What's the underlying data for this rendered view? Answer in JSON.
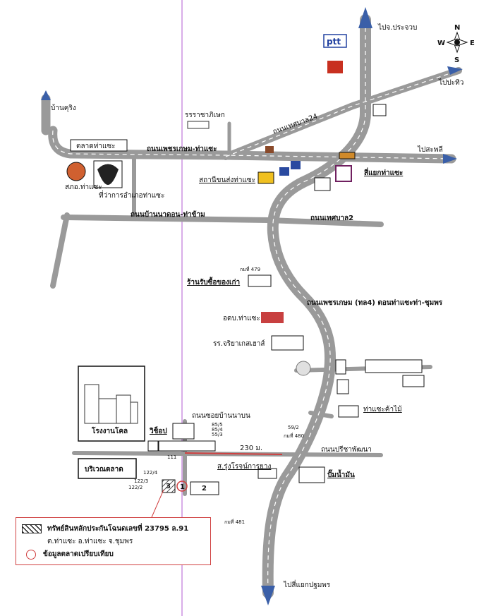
{
  "compass": {
    "n": "N",
    "s": "S",
    "e": "E",
    "w": "W"
  },
  "destinations": {
    "north": "ไปจ.ประจวบ",
    "northeast": "ไปปะทิว",
    "east": "ไปสะพลี",
    "northwest": "บ้านคุริง",
    "south": "ไปสี่แยกปฐมพร"
  },
  "roads": {
    "phetkasem_tha_sae": "ถนนเพชรเกษม-ท่าแซะ",
    "thetsaban24": "ถนนเทศบาล24",
    "ban_na_don": "ถนนบ้านนาดอน-ท่าข้าม",
    "thetsaban2": "ถนนเทศบาล2",
    "highway4": "ถนนเพชรเกษม (ทล4) ตอนท่าแซะท่า-ชุมพร",
    "soi_ban_na_bon": "ถนนซอยบ้านนาบน",
    "pricha_phatthana": "ถนนปรีชาพัฒนา"
  },
  "places": {
    "market": "ตลาดท่าแซะ",
    "school_rachapisek": "รรราชาภิเษก",
    "bus_station": "สถานีขนส่งท่าแซะ",
    "intersection": "สี่แยกท่าแซะ",
    "police": "สภอ.ท่าแซะ",
    "district_office": "ที่ว่าการอำเภอท่าแซะ",
    "scrap_shop": "ร้านรับซื้อของเก่า",
    "sao": "อดบ.ท่าแซะ",
    "school_jariya": "รร.จริยาเกสเฮาส์",
    "tree_shop": "ท่าแซะค้าไม้",
    "pole_factory": "โรงงานโคล",
    "visop": "วิช็อป",
    "market_area": "บริเวณตลาด",
    "rungrot": "ส.รุ่งโรจน์การยาง",
    "gas_station": "ปั๊มน้ำมัน"
  },
  "markers": {
    "km479": "กมที่ 479",
    "km480": "กมที่ 480",
    "km481": "กมที่ 481",
    "distance": "230 ม.",
    "n111": "111",
    "n122_4": "122/4",
    "n122_3": "122/3",
    "n122_2": "122/2",
    "n85_5": "85/5",
    "n85_4": "85/4",
    "n55_3": "55/3",
    "n59_2": "59/2",
    "lot1": "1",
    "lot2": "2",
    "lot3": "3"
  },
  "logos": {
    "ptt": "ptt"
  },
  "legend": {
    "collateral": "ทรัพย์สินหลักประกันโฉนดเลขที่ 23795 ล.91",
    "location": "ต.ท่าแซะ อ.ท่าแซะ จ.ชุมพร",
    "comparison": "ข้อมูลตลาดเปรียบเทียบ"
  },
  "colors": {
    "road": "#9a9a9a",
    "road_line": "#ffffff",
    "arrow": "#3a5fa8",
    "guide_line": "#b05bd0",
    "red_road": "#d04040",
    "legend_border": "#d04040"
  }
}
